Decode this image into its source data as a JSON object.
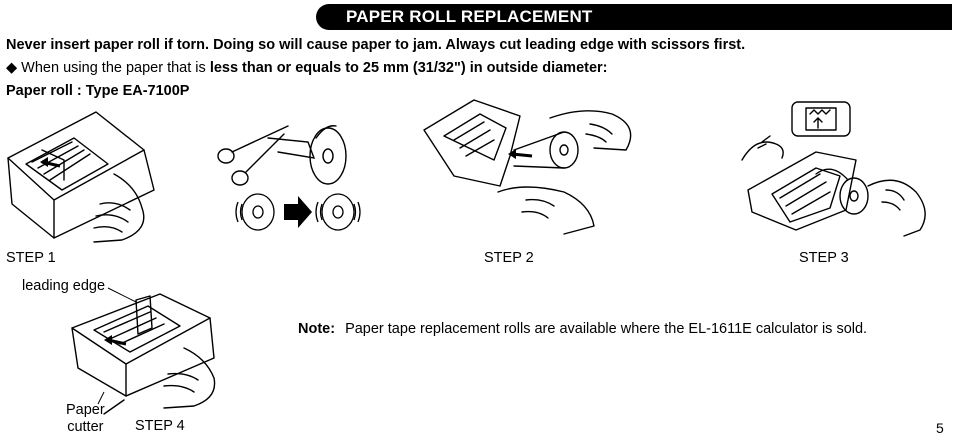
{
  "header": {
    "title": "PAPER ROLL REPLACEMENT"
  },
  "warning": "Never insert paper roll if torn. Doing so will cause paper to jam. Always cut leading edge with scissors first.",
  "bullet": {
    "prefix": " When using the paper that is ",
    "emph": "less than or equals to 25 mm (31/32\") in outside diameter:"
  },
  "paper_roll_type": "Paper roll : Type EA-7100P",
  "steps": {
    "step1": "STEP 1",
    "step2": "STEP 2",
    "step3": "STEP 3",
    "step4": "STEP 4"
  },
  "labels": {
    "leading_edge": "leading edge",
    "paper_cutter_line1": "Paper",
    "paper_cutter_line2": "cutter"
  },
  "note": {
    "label": "Note:",
    "text": "Paper tape replacement rolls are available where the EL-1611E calculator is sold."
  },
  "page_number": "5"
}
